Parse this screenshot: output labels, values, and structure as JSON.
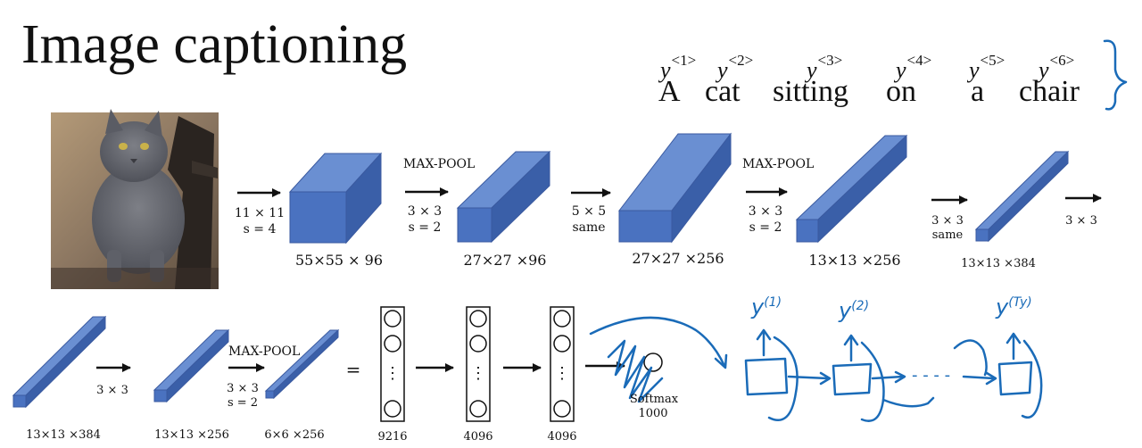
{
  "title": "Image captioning",
  "caption_tokens": [
    {
      "label": "y",
      "index": "<1>",
      "word": "A"
    },
    {
      "label": "y",
      "index": "<2>",
      "word": "cat"
    },
    {
      "label": "y",
      "index": "<3>",
      "word": "sitting"
    },
    {
      "label": "y",
      "index": "<4>",
      "word": "on"
    },
    {
      "label": "y",
      "index": "<5>",
      "word": "a"
    },
    {
      "label": "y",
      "index": "<6>",
      "word": "chair"
    }
  ],
  "row1": {
    "ops": [
      {
        "line1": "11 × 11",
        "line2": "s = 4"
      },
      {
        "line1": "3 × 3",
        "line2": "s = 2",
        "header": "MAX-POOL"
      },
      {
        "line1": "5 × 5",
        "line2": "same"
      },
      {
        "line1": "3 × 3",
        "line2": "s = 2",
        "header": "MAX-POOL"
      },
      {
        "line1": "3 × 3",
        "line2": "same"
      },
      {
        "line1": "3 × 3",
        "line2": ""
      }
    ],
    "volumes": [
      "55×55 × 96",
      "27×27 ×96",
      "27×27 ×256",
      "13×13 ×256",
      "13×13 ×384"
    ]
  },
  "row2": {
    "ops": [
      {
        "line1": "3 × 3",
        "line2": ""
      },
      {
        "line1": "3 × 3",
        "line2": "s = 2",
        "header": "MAX-POOL"
      }
    ],
    "volumes": [
      "13×13 ×384",
      "13×13 ×256",
      "6×6 ×256"
    ],
    "equals": "=",
    "fc_sizes": [
      "9216",
      "4096",
      "4096"
    ],
    "vdots": "⋮",
    "softmax_label": "Softmax",
    "softmax_size": "1000"
  },
  "handwriting": {
    "outputs": [
      "y",
      "y",
      "y"
    ],
    "output_sups": [
      "(1)",
      "(2)",
      "(Ty)"
    ],
    "ellipsis": "- - - -"
  },
  "colors": {
    "block_front": "#4a72c0",
    "block_top": "#6a8fd2",
    "block_side": "#3a5fa8",
    "ink": "#1a6bb8"
  }
}
